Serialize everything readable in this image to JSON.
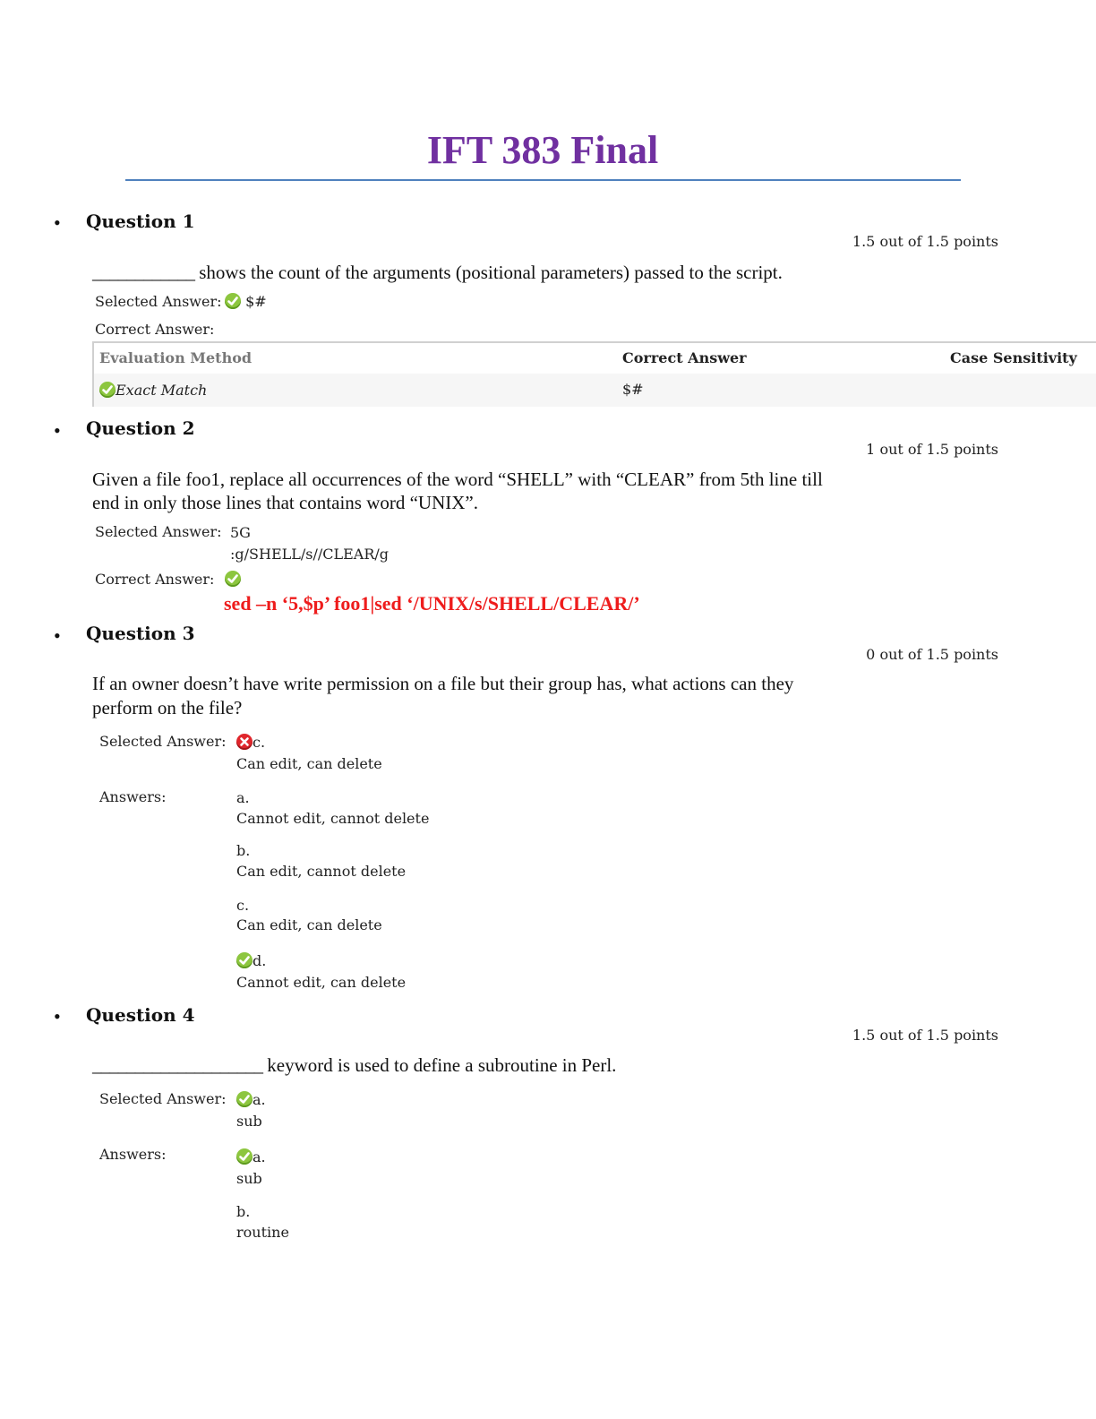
{
  "title": "IFT 383 Final",
  "questions": [
    {
      "heading": "Question 1",
      "points": "1.5 out of 1.5 points",
      "blank": "____________",
      "text": "shows the count of the arguments (positional parameters) passed to the script.",
      "selected_label": "Selected Answer:",
      "selected_value": "$#",
      "correct_label": "Correct Answer:",
      "table": {
        "headers": [
          "Evaluation Method",
          "Correct Answer",
          "Case Sensitivity"
        ],
        "row": [
          "Exact Match",
          "$#",
          ""
        ]
      }
    },
    {
      "heading": "Question 2",
      "points": "1 out of 1.5 points",
      "text_line1": "Given a file foo1, replace all occurrences of the word “SHELL” with “CLEAR” from 5th line till",
      "text_line2": "end in only those lines that contains word “UNIX”.",
      "selected_label": "Selected Answer:",
      "selected_line1": "5G",
      "selected_line2": ":g/SHELL/s//CLEAR/g",
      "correct_label": "Correct Answer:",
      "correct_value": "sed –n ‘5,$p’ foo1|sed ‘/UNIX/s/SHELL/CLEAR/’"
    },
    {
      "heading": "Question 3",
      "points": "0 out of 1.5 points",
      "text_line1": "If an owner doesn’t have write permission on a file but their group has, what actions can they",
      "text_line2": "perform on the file?",
      "selected_label": "Selected Answer:",
      "selected_letter": "c.",
      "selected_text": "Can edit, can delete",
      "answers_label": "Answers:",
      "answers": [
        {
          "letter": "a.",
          "text": "Cannot edit, cannot delete"
        },
        {
          "letter": "b.",
          "text": "Can edit, cannot delete"
        },
        {
          "letter": "c.",
          "text": "Can edit, can delete"
        },
        {
          "letter": "d.",
          "text": "Cannot edit, can delete"
        }
      ]
    },
    {
      "heading": "Question 4",
      "points": "1.5 out of 1.5 points",
      "blank": "____________________",
      "text": "keyword is used to define a subroutine in Perl.",
      "selected_label": "Selected Answer:",
      "selected_letter": "a.",
      "selected_text": "sub",
      "answers_label": "Answers:",
      "answers": [
        {
          "letter": "a.",
          "text": "sub"
        },
        {
          "letter": "b.",
          "text": "routine"
        }
      ]
    }
  ],
  "icons": {
    "correct": "check-circle-green",
    "incorrect": "x-circle-red"
  },
  "colors": {
    "title": "#7030a0",
    "rule": "#4f81bd",
    "correct_answer_text": "#ee1c1c",
    "check": "#8dc63f",
    "cross": "#e0262c"
  }
}
